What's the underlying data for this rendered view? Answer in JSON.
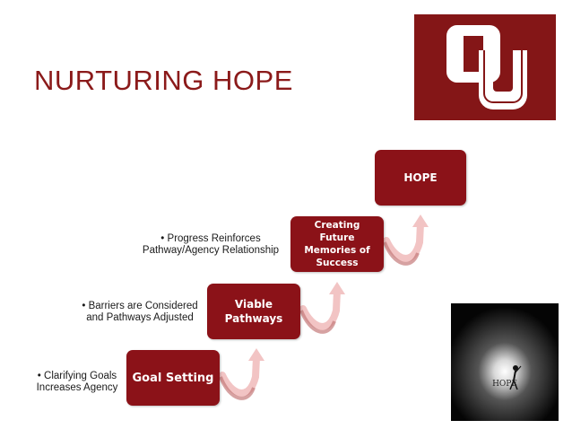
{
  "slide": {
    "title": "NURTURING HOPE"
  },
  "logo": {
    "initials": "OU",
    "colors": {
      "crimson": "#841617",
      "cream": "#ffffff"
    }
  },
  "steps": [
    {
      "label": "Goal Setting"
    },
    {
      "label": "Viable Pathways"
    },
    {
      "label": "Creating Future Memories of Success"
    },
    {
      "label": "HOPE"
    }
  ],
  "bullets": [
    "• Clarifying Goals Increases Agency",
    "• Barriers are Considered and Pathways Adjusted",
    "• Progress Reinforces Pathway/Agency Relationship"
  ],
  "photo": {
    "caption_word": "HOPE",
    "description_icon": "tunnel-light-image"
  },
  "colors": {
    "box": "#8b1218",
    "title": "#8b1a1a",
    "arrow_light": "#f2c4c4",
    "arrow_dark": "#c47b7b"
  }
}
